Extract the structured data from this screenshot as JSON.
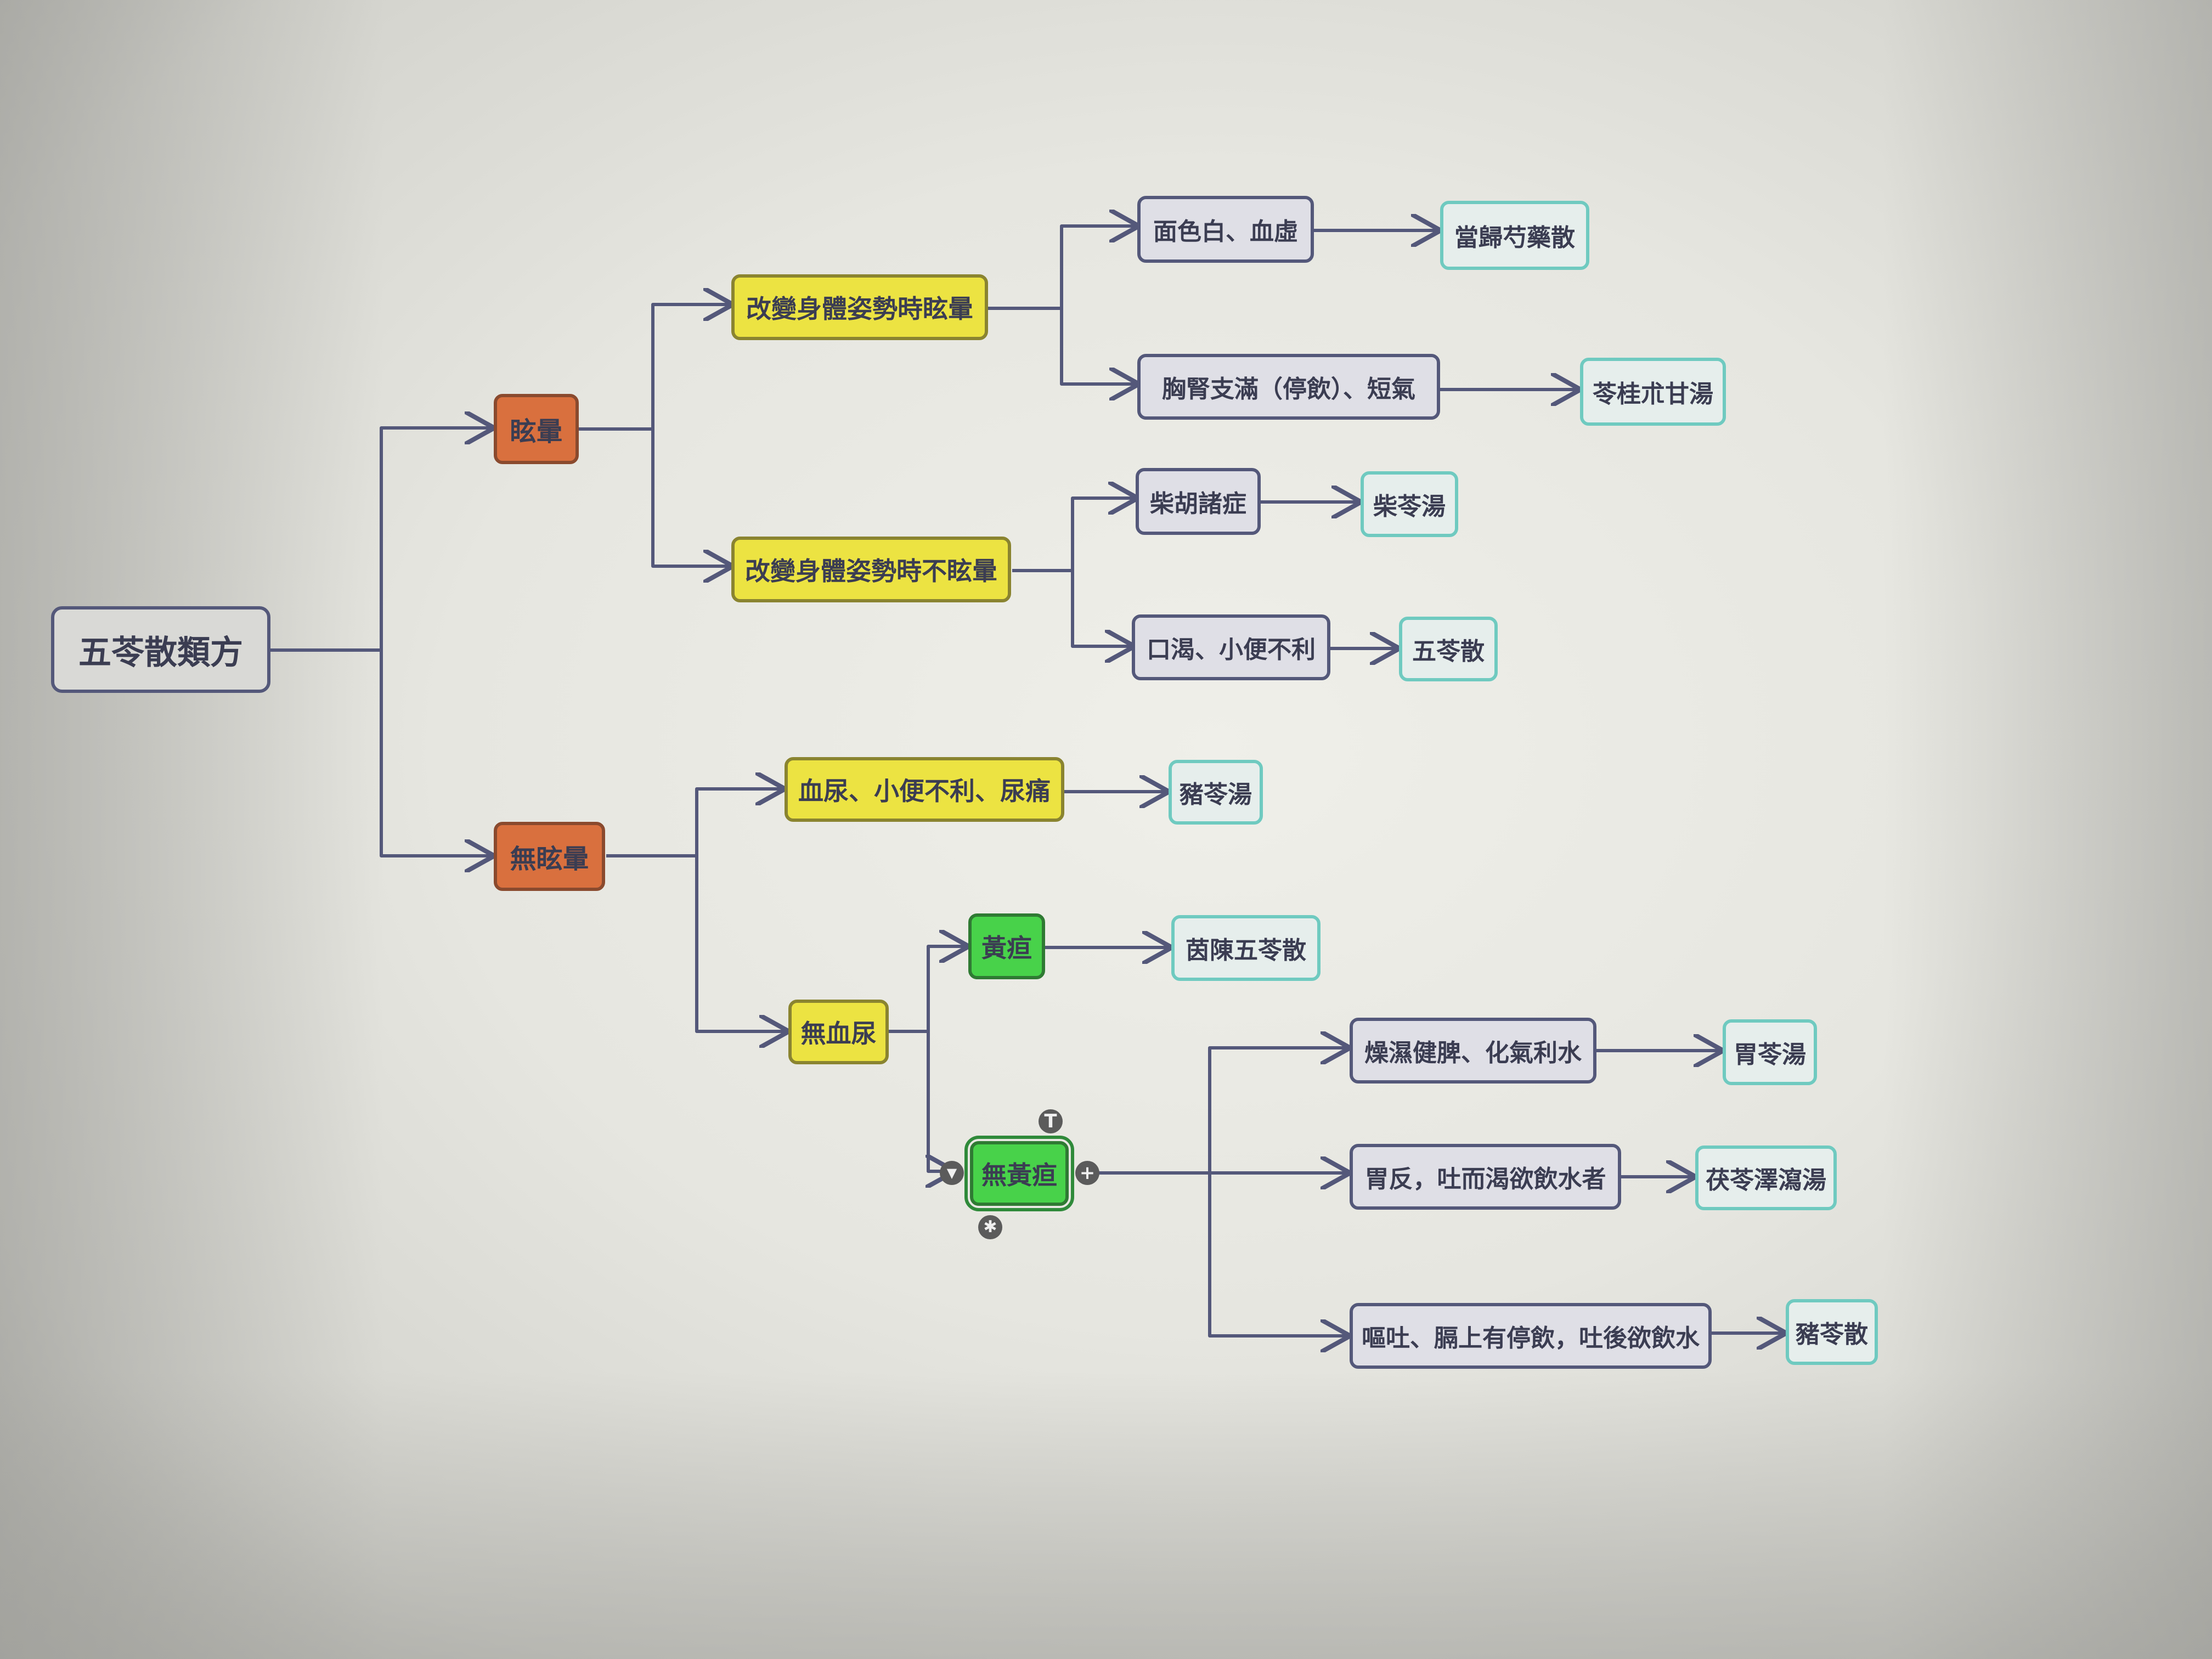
{
  "colors": {
    "edge": "#54587a",
    "root_fill": "#d9d9d6",
    "orange_fill": "#d9703e",
    "yellow_fill": "#ece342",
    "purple_fill": "#dfdfe6",
    "green_fill": "#48d24a",
    "teal_border": "#6fcac0"
  },
  "mindmap": {
    "root": "五苓散類方",
    "n_dizzy": "眩暈",
    "n_no_dizzy": "無眩暈",
    "n_posture_dizzy": "改變身體姿勢時眩暈",
    "n_posture_no_dizzy": "改變身體姿勢時不眩暈",
    "n_pale": "面色白、血虛",
    "n_chest": "胸腎支滿（停飲）、短氣",
    "n_chaihu": "柴胡諸症",
    "n_thirst": "口渴、小便不利",
    "r_danggui": "當歸芍藥散",
    "r_linggui": "苓桂朮甘湯",
    "r_chailing": "柴苓湯",
    "r_wuling": "五苓散",
    "n_hematuria": "血尿、小便不利、尿痛",
    "r_zhuling_tang": "豬苓湯",
    "n_no_hematuria": "無血尿",
    "n_jaundice": "黃疸",
    "r_yinchen": "茵陳五苓散",
    "n_no_jaundice": "無黃疸",
    "n_dry_damp": "燥濕健脾、化氣利水",
    "r_weiling": "胃苓湯",
    "n_stomach": "胃反，吐而渴欲飲水者",
    "r_fuling_zexie": "茯苓澤瀉湯",
    "n_vomit": "嘔吐、膈上有停飲，吐後欲飲水",
    "r_zhuling_san": "豬苓散",
    "handles": {
      "top": "T",
      "left": "▼",
      "right": "+",
      "bottom": "✱"
    }
  }
}
